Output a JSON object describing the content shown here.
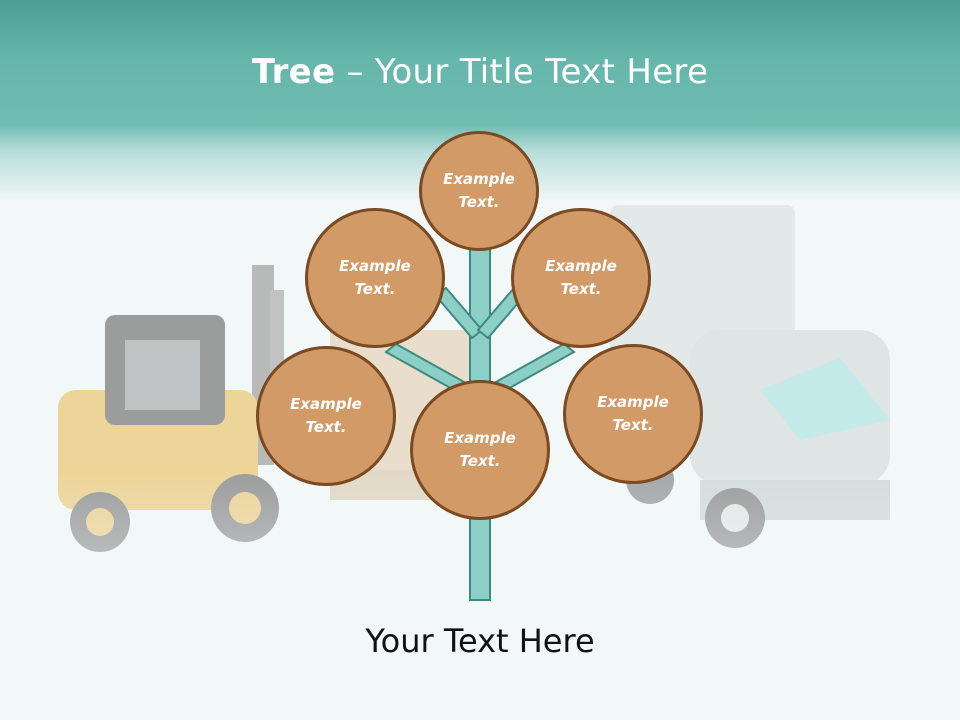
{
  "slide": {
    "title_bold": "Tree",
    "title_rest": "– Your Title Text Here",
    "footer": "Your Text Here"
  },
  "nodes": [
    {
      "id": "top",
      "label": "Example Text."
    },
    {
      "id": "upper-left",
      "label": "Example Text."
    },
    {
      "id": "upper-right",
      "label": "Example Text."
    },
    {
      "id": "mid-left",
      "label": "Example Text."
    },
    {
      "id": "mid-right",
      "label": "Example Text."
    },
    {
      "id": "center",
      "label": "Example Text."
    }
  ],
  "colors": {
    "header": "#66b6ab",
    "node_fill": "#d29a67",
    "node_border": "#7a4a22",
    "trunk": "#8ccfc6",
    "trunk_border": "#3f8a80"
  },
  "background_image": [
    "forklift",
    "pallet-of-boxes",
    "delivery-truck"
  ]
}
